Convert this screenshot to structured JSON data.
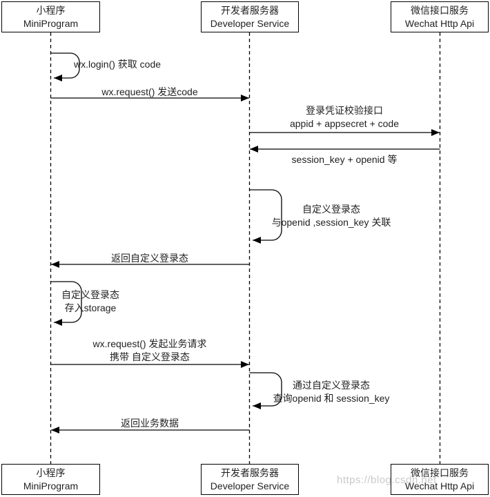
{
  "actors": [
    {
      "id": "miniprogram",
      "name_cn": "小程序",
      "name_en": "MiniProgram"
    },
    {
      "id": "developer",
      "name_cn": "开发者服务器",
      "name_en": "Developer Service"
    },
    {
      "id": "wechat",
      "name_cn": "微信接口服务",
      "name_en": "Wechat Http Api"
    }
  ],
  "messages": [
    {
      "kind": "self",
      "from": "miniprogram",
      "to": "miniprogram",
      "lines": [
        "wx.login() 获取 code"
      ]
    },
    {
      "kind": "arrow",
      "from": "miniprogram",
      "to": "developer",
      "lines": [
        "wx.request() 发送code"
      ]
    },
    {
      "kind": "arrow",
      "from": "developer",
      "to": "wechat",
      "lines": [
        "登录凭证校验接口",
        "appid + appsecret + code"
      ]
    },
    {
      "kind": "arrow",
      "from": "wechat",
      "to": "developer",
      "lines": [
        "session_key + openid 等"
      ]
    },
    {
      "kind": "self",
      "from": "developer",
      "to": "developer",
      "lines": [
        "自定义登录态",
        "与openid ,session_key 关联"
      ]
    },
    {
      "kind": "arrow",
      "from": "developer",
      "to": "miniprogram",
      "lines": [
        "返回自定义登录态"
      ]
    },
    {
      "kind": "self",
      "from": "miniprogram",
      "to": "miniprogram",
      "lines": [
        "自定义登录态",
        "存入storage"
      ]
    },
    {
      "kind": "arrow",
      "from": "miniprogram",
      "to": "developer",
      "lines": [
        "wx.request() 发起业务请求",
        "携带 自定义登录态"
      ]
    },
    {
      "kind": "self",
      "from": "developer",
      "to": "developer",
      "lines": [
        "通过自定义登录态",
        "查询openid 和 session_key"
      ]
    },
    {
      "kind": "arrow",
      "from": "developer",
      "to": "miniprogram",
      "lines": [
        "返回业务数据"
      ]
    }
  ],
  "watermark": "https://blog.csdn.net",
  "colors": {
    "line": "#000000",
    "text": "#1f1f1f",
    "watermark": "#c9c9c9",
    "background": "#ffffff"
  }
}
